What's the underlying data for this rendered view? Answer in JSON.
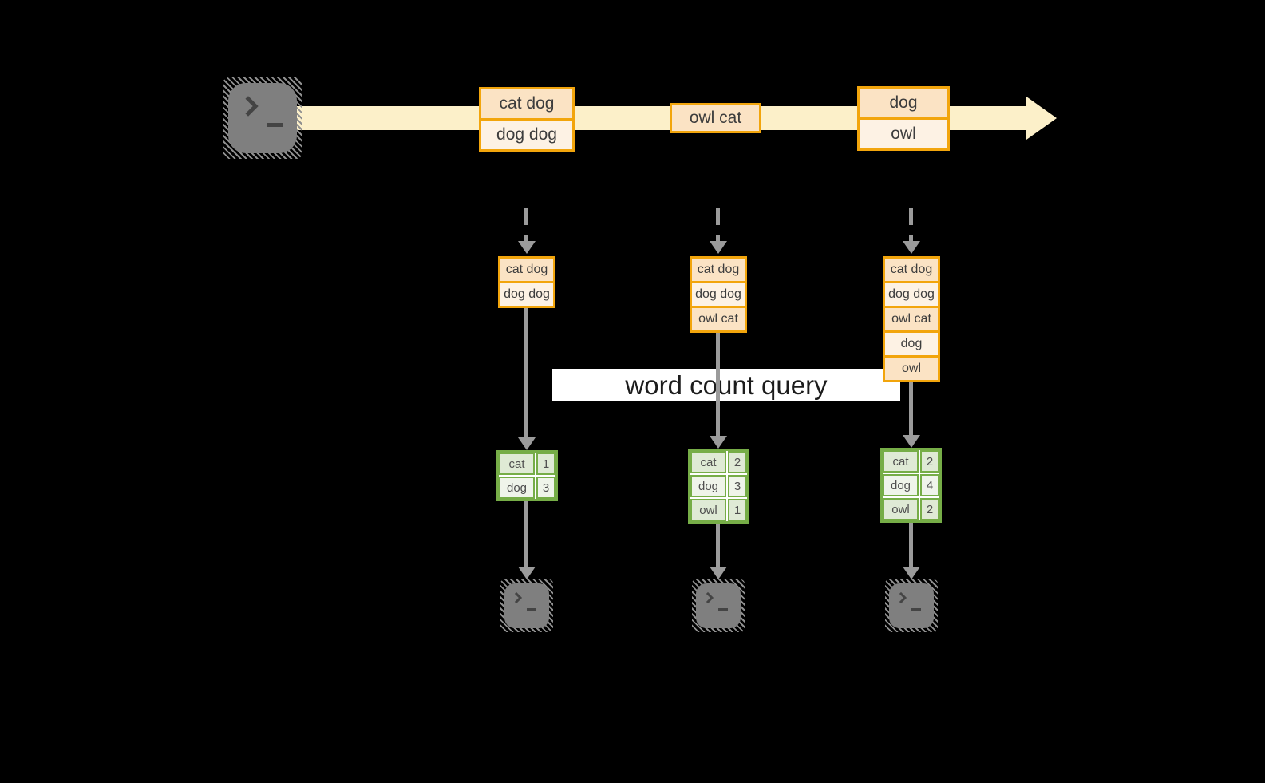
{
  "query": {
    "label": "word count query"
  },
  "stream": {
    "source_icon": "terminal-icon",
    "batches": [
      {
        "rows": [
          "cat dog",
          "dog dog"
        ]
      },
      {
        "rows": [
          "owl cat"
        ]
      },
      {
        "rows": [
          "dog",
          "owl"
        ]
      }
    ]
  },
  "columns": [
    {
      "state_rows": [
        "cat dog",
        "dog dog"
      ],
      "counts": [
        {
          "word": "cat",
          "count": "1"
        },
        {
          "word": "dog",
          "count": "3"
        }
      ],
      "sink_icon": "terminal-icon"
    },
    {
      "state_rows": [
        "cat dog",
        "dog dog",
        "owl cat"
      ],
      "counts": [
        {
          "word": "cat",
          "count": "2"
        },
        {
          "word": "dog",
          "count": "3"
        },
        {
          "word": "owl",
          "count": "1"
        }
      ],
      "sink_icon": "terminal-icon"
    },
    {
      "state_rows": [
        "cat dog",
        "dog dog",
        "owl cat",
        "dog",
        "owl"
      ],
      "counts": [
        {
          "word": "cat",
          "count": "2"
        },
        {
          "word": "dog",
          "count": "4"
        },
        {
          "word": "owl",
          "count": "2"
        }
      ],
      "sink_icon": "terminal-icon"
    }
  ],
  "colors": {
    "background": "#000000",
    "stream_band": "#fcf0c9",
    "box_border": "#f2a50c",
    "box_fill_dark": "#fbe3c4",
    "box_fill_light": "#fdf2e4",
    "table_border": "#76ad47",
    "table_fill_dark": "#dfead5",
    "table_fill_light": "#eff4ea",
    "arrow_gray": "#9b9b9b",
    "terminal_gray": "#7f7f7f",
    "label_bg": "#ffffff",
    "text_dark": "#3d3d3d"
  }
}
